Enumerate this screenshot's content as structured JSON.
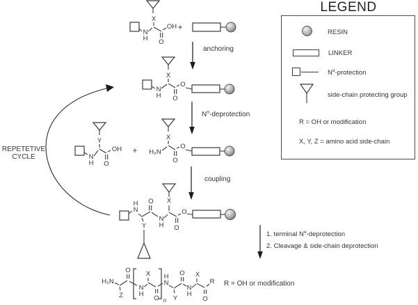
{
  "legend": {
    "title": "LEGEND",
    "items": [
      {
        "id": "resin",
        "label": "RESIN"
      },
      {
        "id": "linker",
        "label": "LINKER"
      },
      {
        "id": "n-alpha-protection",
        "prefix": "N",
        "sup": "α",
        "suffix": "-protection"
      },
      {
        "id": "side-chain-protecting-group",
        "label": "side-chain protecting group"
      }
    ],
    "notes": [
      "R = OH or modification",
      "X, Y, Z = amino acid side-chain"
    ]
  },
  "cycle_label": {
    "line1": "REPETETIVE",
    "line2": "CYCLE"
  },
  "steps": {
    "anchoring": "anchoring",
    "n_alpha_deprotection": {
      "prefix": "N",
      "sup": "α",
      "suffix": "-deprotection"
    },
    "coupling": "coupling",
    "final_1": {
      "prefix": "1. terminal N",
      "sup": "α",
      "suffix": "-deprotection"
    },
    "final_2": "2. Cleavage & side-chain deprotection"
  },
  "product_note": "R = OH or modification",
  "atoms": {
    "N": "N",
    "H": "H",
    "O": "O",
    "OH": "OH",
    "X": "X",
    "Y": "Y",
    "Z": "Z",
    "R": "R",
    "H2N": "H₂N",
    "plus": "+",
    "n": "n"
  },
  "colors": {
    "line": "#3a3a3a",
    "text": "#333333",
    "resin_light": "#f2f2f2",
    "resin_mid": "#b5b5b5",
    "resin_dark": "#6e6e6e"
  }
}
